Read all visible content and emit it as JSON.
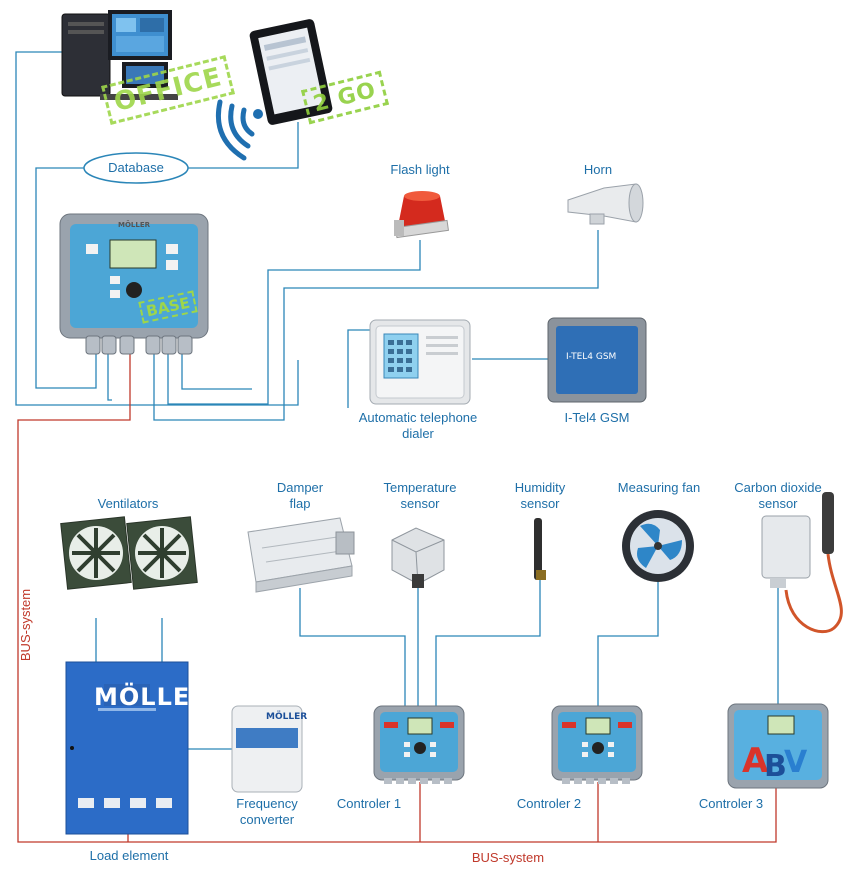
{
  "devices": {
    "office_stamp": "OFFICE",
    "togo_stamp": "2 GO",
    "database": "Database",
    "base_stamp": "BASE",
    "brand_moller": "MÖLLER",
    "flash_light": "Flash light",
    "horn": "Horn",
    "auto_dialer": [
      "Automatic telephone",
      "dialer"
    ],
    "itel_gsm": "I-Tel4 GSM",
    "itel_panel_text": "I-TEL4 GSM",
    "ventilators": "Ventilators",
    "damper_flap": [
      "Damper",
      "flap"
    ],
    "temperature_sensor": [
      "Temperature",
      "sensor"
    ],
    "humidity_sensor": [
      "Humidity",
      "sensor"
    ],
    "measuring_fan": "Measuring fan",
    "co2_sensor": [
      "Carbon dioxide",
      "sensor"
    ],
    "frequency_converter": [
      "Frequency",
      "converter"
    ],
    "controller_1": "Controler 1",
    "controller_2": "Controler 2",
    "controller_3": "Controler 3",
    "load_element": "Load element",
    "bus_bottom": "BUS-system",
    "bus_left": "BUS-system"
  },
  "colors": {
    "link_line": "#2b86b8",
    "bus_line": "#c0392b",
    "label_text": "#1e6fa8",
    "panel_blue": "#2a6fc0",
    "stamp_green": "#9ed64a"
  }
}
